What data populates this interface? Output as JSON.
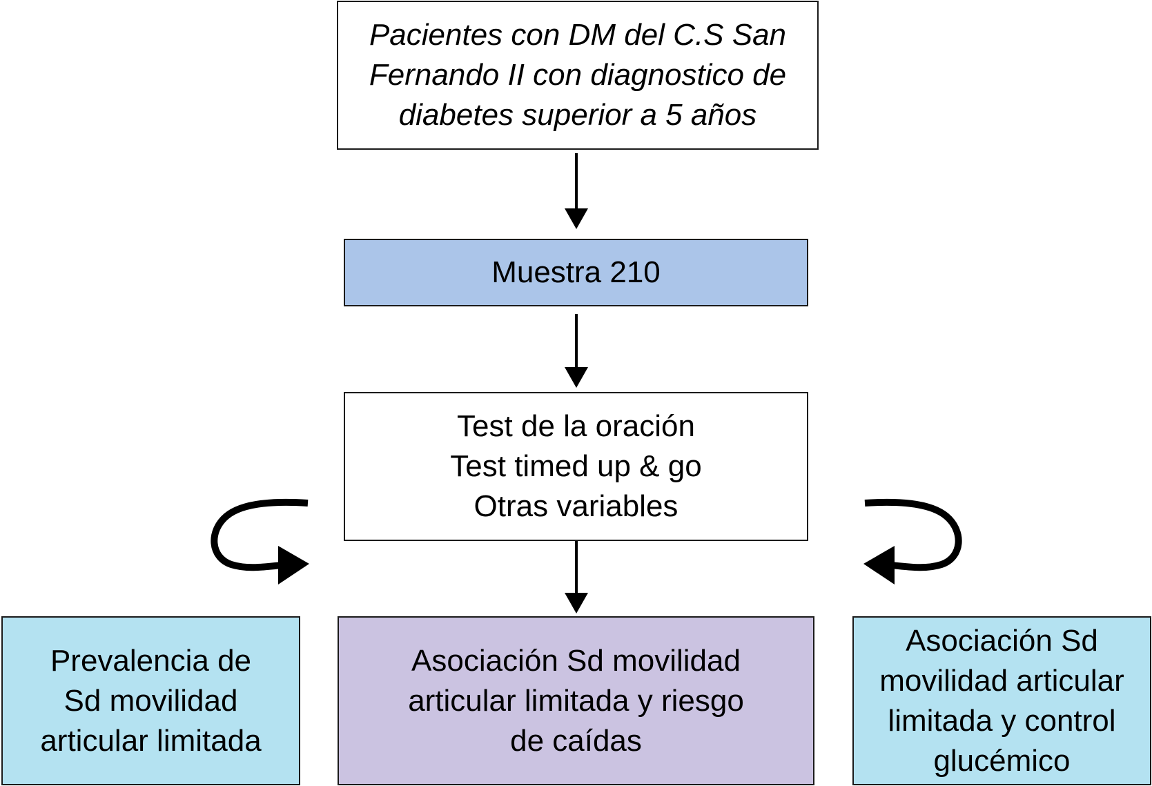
{
  "flowchart": {
    "colors": {
      "border": "#1a1a1a",
      "plain_box": "#ffffff",
      "sample_box": "#abc5e9",
      "outcome_side_box": "#b4e2f1",
      "outcome_center_box": "#cbc3e1",
      "arrow": "#000000"
    },
    "boxes": {
      "population": "Pacientes con DM del C.S San\nFernando II con diagnostico de\ndiabetes superior a 5 años",
      "sample": "Muestra 210",
      "tests": "Test de la oración\nTest timed up & go\nOtras variables",
      "prevalence": "Prevalencia de\nSd movilidad\narticular limitada",
      "falls_association": "Asociación Sd movilidad\narticular limitada y riesgo\nde caídas",
      "glycemic_association": "Asociación Sd\nmovilidad articular\nlimitada y control\nglucémico"
    }
  }
}
